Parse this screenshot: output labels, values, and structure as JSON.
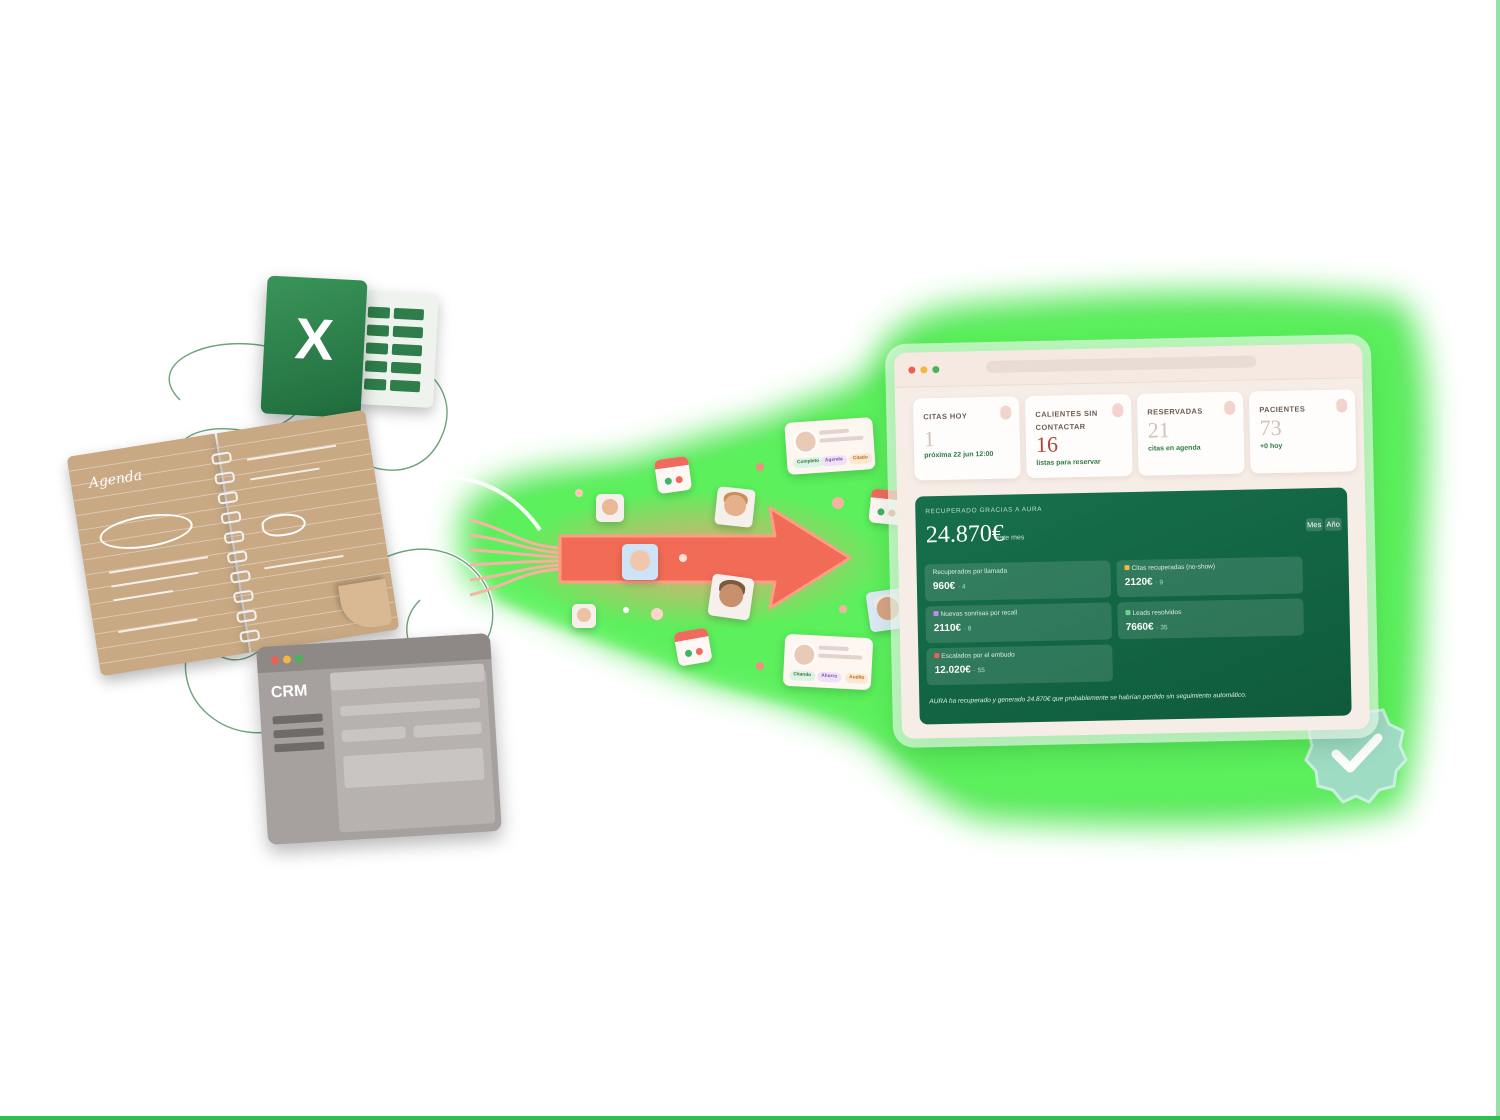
{
  "dashboard": {
    "cards": [
      {
        "label": "CITAS HOY",
        "value": "1",
        "sub": "próxima 22 jun 12:00",
        "accent": "#cfc3bd"
      },
      {
        "label": "CALIENTES SIN CONTACTAR",
        "value": "16",
        "sub": "listas para reservar",
        "accent": "#b4443a"
      },
      {
        "label": "RESERVADAS",
        "value": "21",
        "sub": "citas en agenda",
        "accent": "#cfc3bd"
      },
      {
        "label": "PACIENTES",
        "value": "73",
        "sub": "+0 hoy",
        "accent": "#cfc3bd"
      }
    ],
    "recovered": {
      "kicker": "RECUPERADO GRACIAS A AURA",
      "amount": "24.870€",
      "period": "este mes",
      "toggle_month": "Mes",
      "toggle_year": "Año",
      "stats": [
        {
          "label": "Recuperados por llamada",
          "value": "960€",
          "count": "· 4"
        },
        {
          "label": "Citas recuperadas (no-show)",
          "value": "2120€",
          "count": "· 9"
        },
        {
          "label": "Nuevas sonrisas por recall",
          "value": "2110€",
          "count": "· 8"
        },
        {
          "label": "Leads resolvidos",
          "value": "7660€",
          "count": "· 35"
        },
        {
          "label": "Escalados por el embudo",
          "value": "12.020€",
          "count": "· 55"
        }
      ],
      "footnote": "AURA ha recuperado y generado 24.870€ que probablemente se habrían perdido sin seguimiento automático."
    }
  },
  "tools": {
    "excel_letter": "X",
    "notebook_title": "Agenda",
    "crm_title": "CRM"
  },
  "patient_tags": {
    "top": [
      "Completo",
      "Agenda",
      "Citado"
    ],
    "bottom": [
      "Citando",
      "Ahorro",
      "Audito"
    ]
  },
  "colors": {
    "glow": "#39e83e",
    "arrow": "#f26b57",
    "brand_green": "#16704b",
    "excel_green": "#1f6b3c",
    "badge": "#9fdcc4"
  },
  "icons": [
    "excel-icon",
    "notebook-icon",
    "crm-window-icon",
    "calendar-icon",
    "patient-avatar",
    "checkmark-badge-icon"
  ]
}
